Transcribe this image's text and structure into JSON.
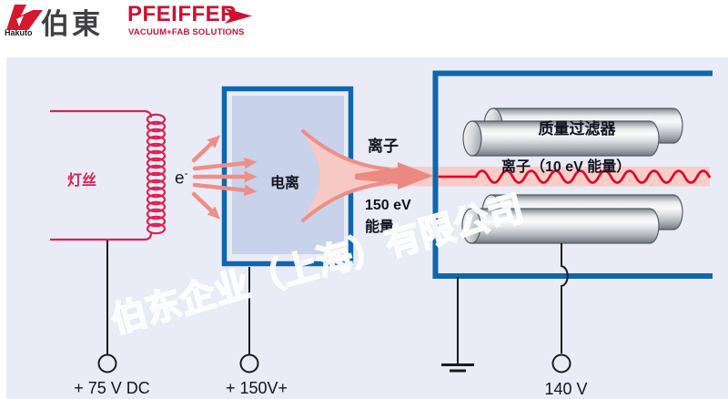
{
  "header": {
    "hakuto_logo_text": "Hakuto",
    "hakuto_brand": "伯東",
    "pfeiffer_brand": "PFEIFFER",
    "pfeiffer_tagline": "VACUUM+FAB SOLUTIONS"
  },
  "diagram": {
    "filament_label": "灯丝",
    "electron_label": "e",
    "electron_sup": "-",
    "ionization_label": "电离",
    "ions_label": "离子",
    "energy_line1": "150 eV",
    "energy_line2": "能量",
    "mass_filter_label": "质量过滤器",
    "ion_energy_label": "离子（10 eV 能量）",
    "voltage_filament": "+ 75 V DC",
    "voltage_ionization": "+ 150V+",
    "voltage_rods": "140 V"
  },
  "watermark": "伯东企业（上海）有限公司",
  "colors": {
    "diagram_background": "#e9ecf6",
    "box_border_blue": "#1066ae",
    "ionization_inner_fill": "#c8d2ea",
    "filament_red": "#dd2150",
    "electron_arrow_salmon": "#ee8e87",
    "beam_pale_pink": "#f8ccc7",
    "ion_wave_red": "#dc0a2d",
    "pfeiffer_red": "#cf1030",
    "wire_black": "#1a1a1a",
    "rod_gray_light": "#fafbfb",
    "rod_gray_dark": "#6e747a"
  }
}
